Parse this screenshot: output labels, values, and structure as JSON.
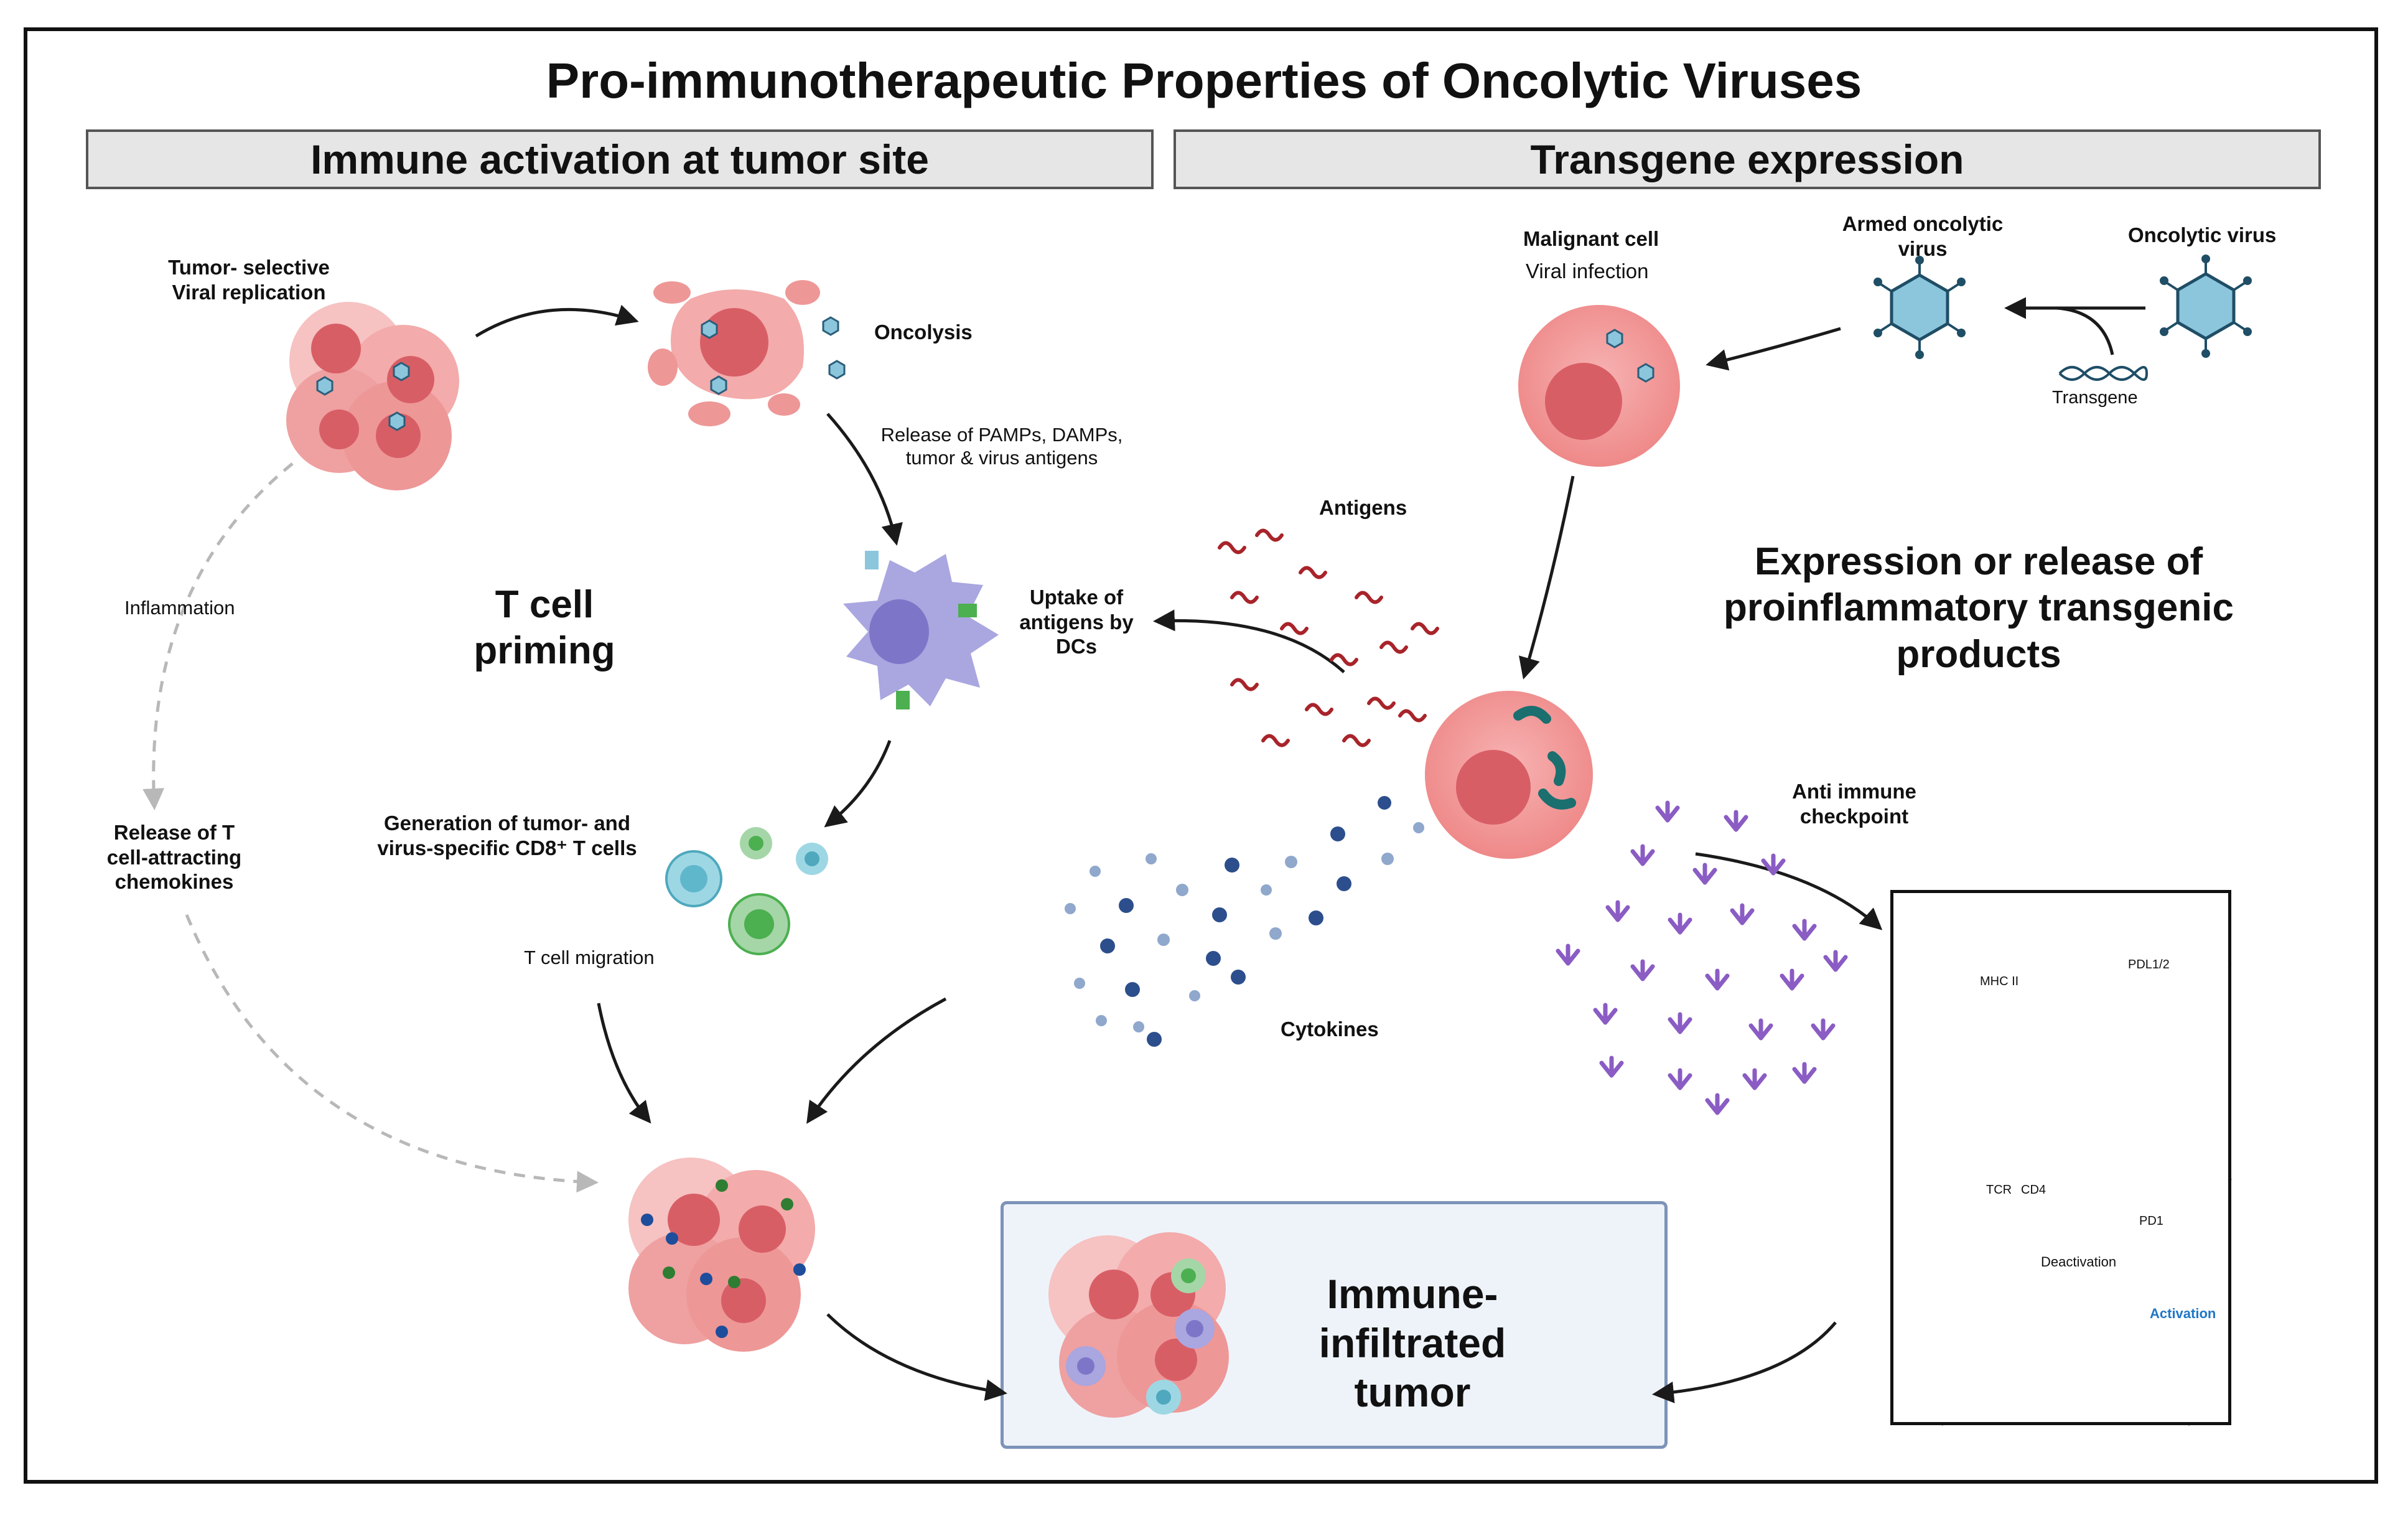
{
  "title": "Pro-immunotherapeutic Properties of Oncolytic Viruses",
  "sections": {
    "left": "Immune activation at tumor site",
    "right": "Transgene expression"
  },
  "left_panel": {
    "tumor_replication": "Tumor- selective\nViral replication",
    "oncolysis": "Oncolysis",
    "release_pamps": "Release of PAMPs, DAMPs,\ntumor & virus antigens",
    "inflammation": "Inflammation",
    "t_cell_priming": "T cell\npriming",
    "uptake": "Uptake of\nantigens by\nDCs",
    "release_chemokines": "Release of T\ncell-attracting\nchemokines",
    "generation_cd8": "Generation of tumor- and\nvirus-specific CD8⁺ T cells",
    "t_cell_migration": "T cell migration"
  },
  "right_panel": {
    "malignant_cell": "Malignant cell",
    "viral_infection": "Viral infection",
    "armed_virus": "Armed oncolytic\nvirus",
    "oncolytic_virus": "Oncolytic virus",
    "transgene": "Transgene",
    "antigens": "Antigens",
    "expression": "Expression or release of\nproinflammatory transgenic\nproducts",
    "anti_immune": "Anti immune\ncheckpoint",
    "cytokines": "Cytokines"
  },
  "inset": {
    "mhc": "MHC II",
    "pdl": "PDL1/2",
    "tcr": "TCR",
    "cd4": "CD4",
    "pd1": "PD1",
    "deactivation": "Deactivation",
    "activation": "Activation"
  },
  "result": "Immune-infiltrated\ntumor",
  "colors": {
    "tumor_cell": "#f08c8c",
    "nucleus": "#d85e66",
    "dendritic_cell": "#a9a6e0",
    "t_cell": "#9ed7e4",
    "antigen": "#a8242a",
    "cytokine": "#2c4e8c",
    "antibody": "#8a5cc4",
    "virus": "#8cc6dc",
    "activation": "#1f77c8"
  }
}
